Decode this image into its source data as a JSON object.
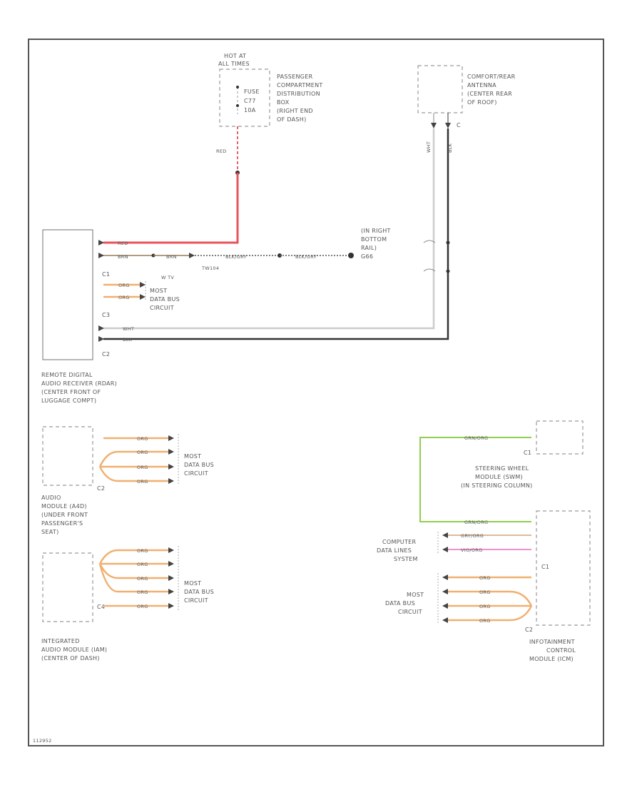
{
  "colors": {
    "red": "#e8525a",
    "orange": "#f0b070",
    "green": "#8fcf4f",
    "pink": "#f090d0",
    "white_wire": "#cccccc",
    "black_wire": "#333333"
  },
  "fuse": {
    "hot_label": [
      "HOT AT",
      "ALL TIMES"
    ],
    "fuse_label": [
      "FUSE",
      "C77",
      "10A"
    ],
    "location": [
      "PASSENGER",
      "COMPARTMENT",
      "DISTRIBUTION",
      "BOX",
      "(RIGHT END",
      "OF DASH)"
    ],
    "wire": "RED"
  },
  "antenna": {
    "label": [
      "COMFORT/REAR",
      "ANTENNA",
      "(CENTER REAR",
      "OF ROOF)"
    ],
    "connector": "C",
    "wire_a": "WHT",
    "wire_b": "BLK"
  },
  "radio": {
    "label": [
      "REMOTE DIGITAL",
      "AUDIO RECEIVER (RDAR)",
      "(CENTER FRONT OF",
      "LUGGAGE COMPT)"
    ],
    "wire_red": "RED",
    "wire_brn": "BRN",
    "conn_c1": "C1",
    "conn_c3": "C3",
    "conn_c2": "C2",
    "wire_c1a": "ORG",
    "wire_c1b": "ORG",
    "wire_wht": "WHT",
    "wire_blk": "BLK",
    "most_label": [
      "MOST",
      "DATA BUS",
      "CIRCUIT"
    ]
  },
  "ground_line": {
    "brn_short": "BRN",
    "conn_label": "W TV",
    "splice": "TW104",
    "seg1": "BLK/GRY",
    "seg2": "BLK/GRY",
    "ground_label": [
      "(IN RIGHT",
      "BOTTOM",
      "RAIL)",
      "G66"
    ]
  },
  "audio_module": {
    "label": [
      "AUDIO",
      "MODULE (A4D)",
      "(UNDER FRONT",
      "PASSENGER'S",
      "SEAT)"
    ],
    "connector": "C2",
    "wires": [
      "ORG",
      "ORG",
      "ORG",
      "ORG"
    ],
    "most_label": [
      "MOST",
      "DATA BUS",
      "CIRCUIT"
    ]
  },
  "integrated_module": {
    "label": [
      "INTEGRATED",
      "AUDIO MODULE (IAM)",
      "(CENTER OF DASH)"
    ],
    "connector": "C4",
    "wires": [
      "ORG",
      "ORG",
      "ORG",
      "ORG",
      "ORG"
    ],
    "most_label": [
      "MOST",
      "DATA BUS",
      "CIRCUIT"
    ]
  },
  "steering_module": {
    "label": [
      "STEERING WHEEL",
      "MODULE (SWM)",
      "(IN STEERING COLUMN)"
    ],
    "connector": "C1",
    "wire": "GRN/ORG"
  },
  "infotainment": {
    "label": [
      "INFOTAINMENT",
      "CONTROL",
      "MODULE (ICM)"
    ],
    "conn_c1": "C1",
    "conn_c2": "C2",
    "wire_grn": "GRN/ORG",
    "wire_gry": "GRY/ORG",
    "wire_vio": "VIO/ORG",
    "data_link": [
      "COMPUTER",
      "DATA LINES",
      "SYSTEM"
    ],
    "most_wires": [
      "ORG",
      "ORG",
      "ORG",
      "ORG"
    ],
    "most_label": [
      "MOST",
      "DATA BUS",
      "CIRCUIT"
    ]
  },
  "footer_code": "112952"
}
